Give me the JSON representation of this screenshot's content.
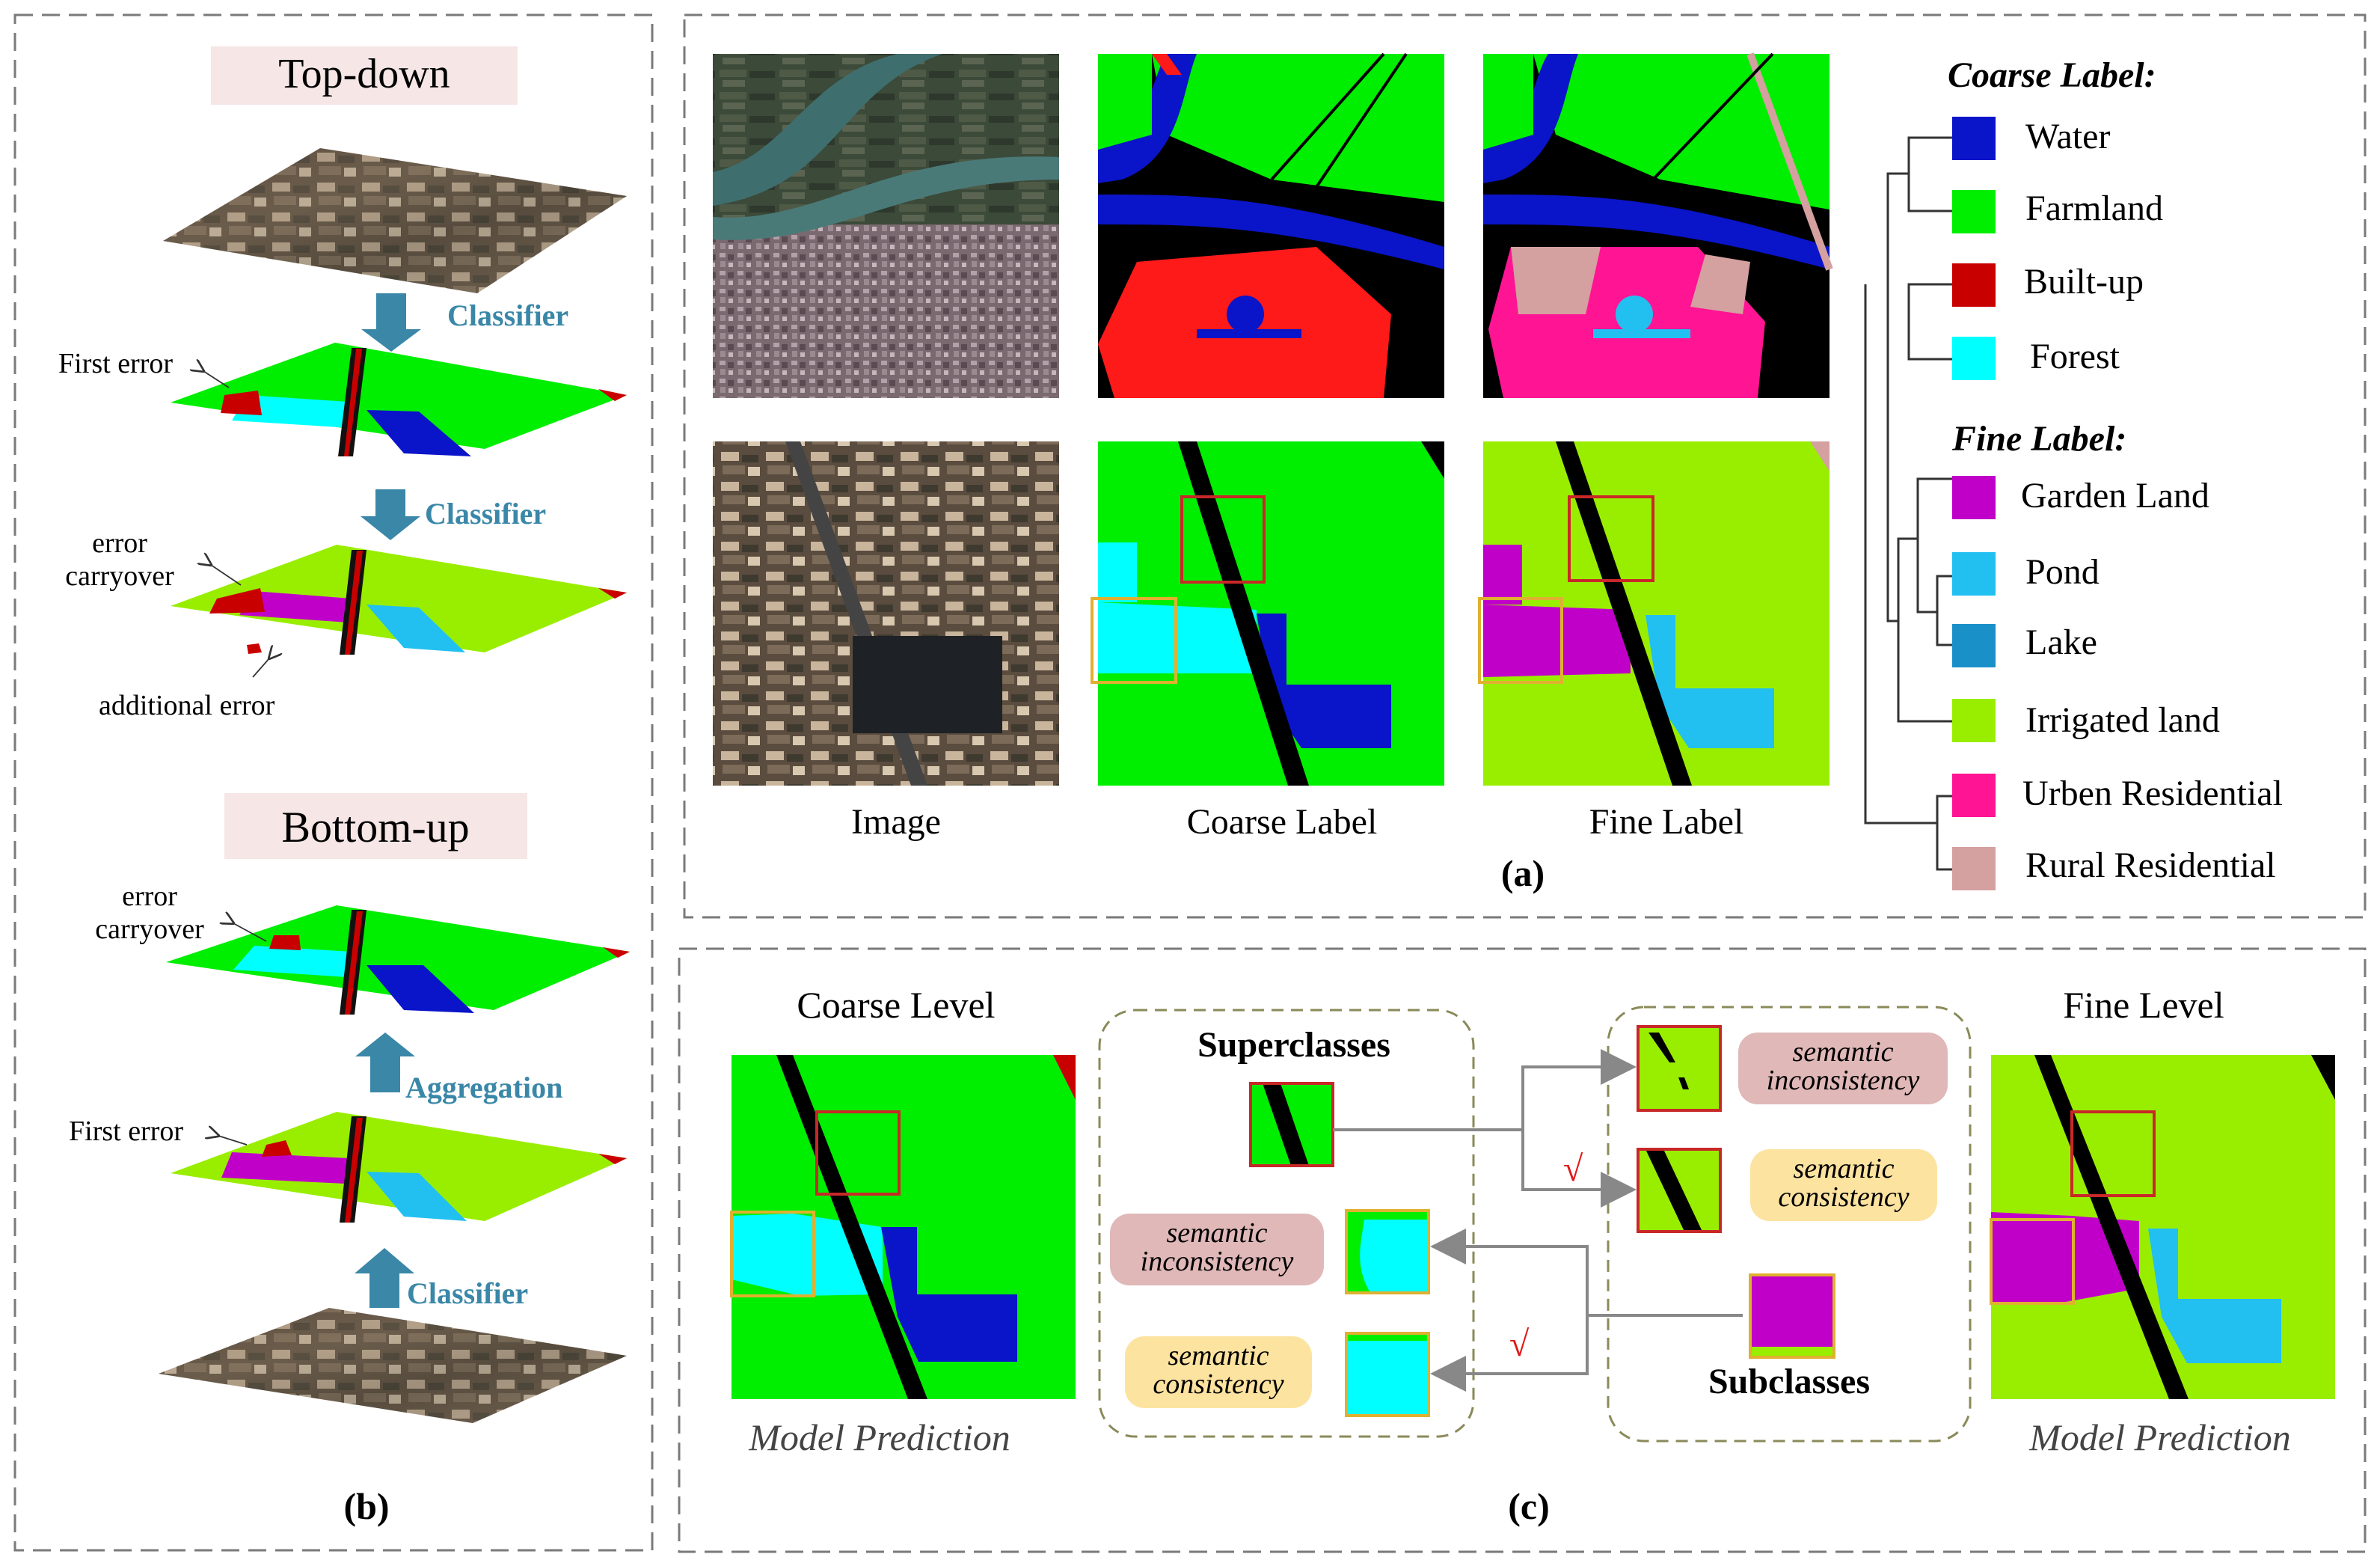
{
  "panel_b": {
    "topdown_label": "Top-down",
    "bottomup_label": "Bottom-up",
    "classifier_label": "Classifier",
    "aggregation_label": "Aggregation",
    "first_error": "First error",
    "error_carryover_line1": "error",
    "error_carryover_line2": "carryover",
    "additional_error": "additional error",
    "caption": "(b)"
  },
  "panel_a": {
    "image_caption": "Image",
    "coarse_caption": "Coarse Label",
    "fine_caption": "Fine Label",
    "caption": "(a)",
    "legend": {
      "coarse_title": "Coarse Label:",
      "fine_title": "Fine Label:",
      "coarse_items": [
        {
          "label": "Water",
          "color": "#0a14c8"
        },
        {
          "label": "Farmland",
          "color": "#00ee00"
        },
        {
          "label": "Built-up",
          "color": "#c80000"
        },
        {
          "label": "Forest",
          "color": "#00ffff"
        }
      ],
      "fine_items": [
        {
          "label": "Garden Land",
          "color": "#c000c8"
        },
        {
          "label": "Pond",
          "color": "#22c0f0"
        },
        {
          "label": "Lake",
          "color": "#1a90c8"
        },
        {
          "label": "Irrigated land",
          "color": "#99ee00"
        },
        {
          "label": "Urben Residential",
          "color": "#ff1493"
        },
        {
          "label": "Rural Residential",
          "color": "#d4a0a0"
        }
      ]
    }
  },
  "panel_c": {
    "coarse_level": "Coarse Level",
    "fine_level": "Fine Level",
    "model_prediction": "Model Prediction",
    "superclasses": "Superclasses",
    "subclasses": "Subclasses",
    "semantic_line1": "semantic",
    "inconsistency": "inconsistency",
    "consistency": "consistency",
    "checkmark": "√",
    "caption": "(c)"
  },
  "colors": {
    "water": "#0a14c8",
    "farmland": "#00ee00",
    "builtup": "#c80000",
    "forest": "#00ffff",
    "garden": "#c000c8",
    "pond": "#22c0f0",
    "irrigated": "#99ee00",
    "urban": "#ff1493",
    "rural": "#d4a0a0",
    "accent_teal": "#3a87a8",
    "title_box": "#f6e6e6",
    "inconsistency_bg": "#e0b8b8",
    "consistency_bg": "#fde3a0"
  }
}
